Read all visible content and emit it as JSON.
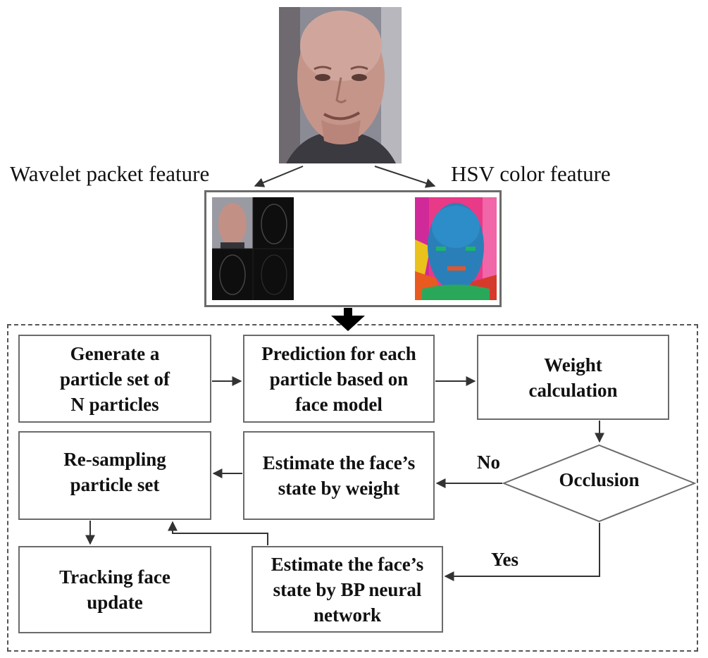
{
  "features": {
    "wavelet_label": "Wavelet packet feature",
    "hsv_label": "HSV color feature"
  },
  "steps": {
    "generate": "Generate a\nparticle set of\nN particles",
    "prediction": "Prediction for each\nparticle based on\nface model",
    "weight": "Weight\ncalculation",
    "resampling": "Re-sampling\nparticle set",
    "estimate_weight": "Estimate the face’s\nstate by weight",
    "occlusion": "Occlusion",
    "tracking": "Tracking face\nupdate",
    "estimate_bp": "Estimate the face’s\nstate by BP neural\nnetwork"
  },
  "branches": {
    "no": "No",
    "yes": "Yes"
  },
  "colors": {
    "border": "#6b6b6b",
    "arrow": "#333333"
  }
}
